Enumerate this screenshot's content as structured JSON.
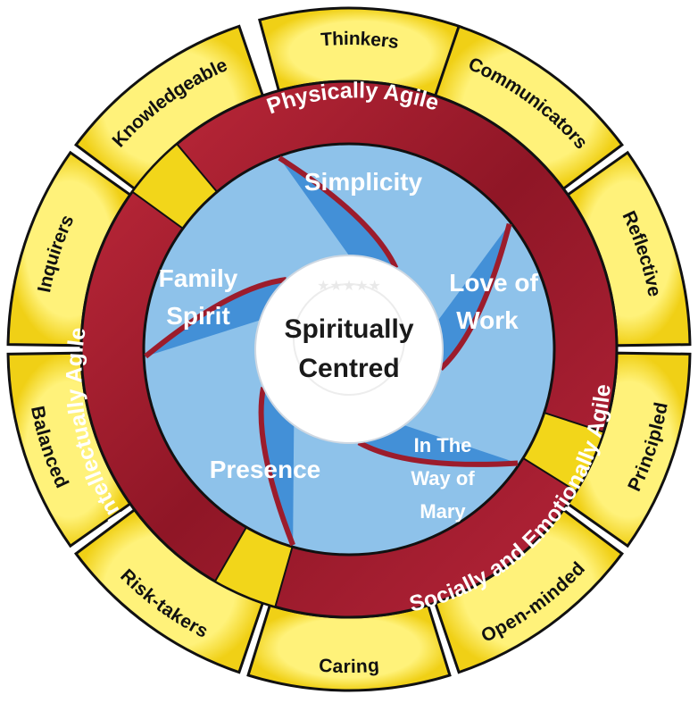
{
  "colors": {
    "outer_ring": "#f2d61a",
    "outer_ring_light": "#fff06a",
    "red_ring": "#9c1c2c",
    "red_ring_light": "#c12a3a",
    "blue_light": "#8ec2ea",
    "blue_dark": "#1f78c8",
    "center": "#ffffff",
    "outline": "#111111"
  },
  "center": {
    "line1": "Spiritually",
    "line2": "Centred"
  },
  "blue_segments": [
    {
      "lines": [
        "Simplicity"
      ]
    },
    {
      "lines": [
        "Love of",
        "Work"
      ]
    },
    {
      "lines": [
        "In The",
        "Way of",
        "Mary"
      ]
    },
    {
      "lines": [
        "Presence"
      ]
    },
    {
      "lines": [
        "Family",
        "Spirit"
      ]
    }
  ],
  "red_ring": [
    {
      "label": "Physically Agile"
    },
    {
      "label": "Socially and Emotionally Agile"
    },
    {
      "label": "Intellectually Agile"
    }
  ],
  "outer_ring": [
    {
      "label": "Thinkers"
    },
    {
      "label": "Communicators"
    },
    {
      "label": "Reflective"
    },
    {
      "label": "Principled"
    },
    {
      "label": "Open-minded"
    },
    {
      "label": "Caring"
    },
    {
      "label": "Risk-takers"
    },
    {
      "label": "Balanced"
    },
    {
      "label": "Inquirers"
    },
    {
      "label": "Knowledgeable"
    }
  ]
}
